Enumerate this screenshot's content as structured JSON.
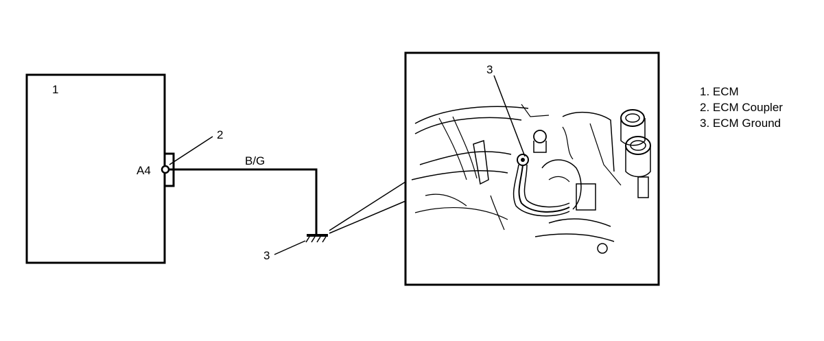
{
  "diagram": {
    "ecm_box_label": "1",
    "connector_callout": "2",
    "terminal_label": "A4",
    "wire_color": "B/G",
    "ground_callout": "3",
    "photo_callout": "3"
  },
  "legend": {
    "items": [
      "1. ECM",
      "2. ECM Coupler",
      "3. ECM Ground"
    ]
  }
}
